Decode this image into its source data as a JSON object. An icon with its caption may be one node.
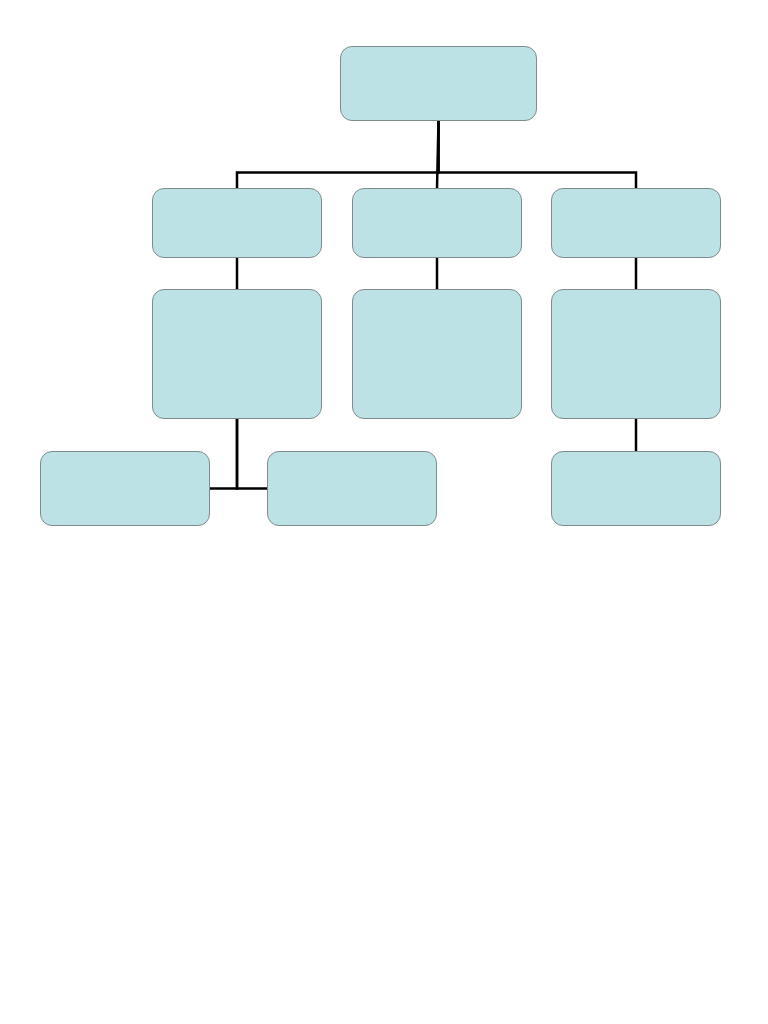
{
  "diagram": {
    "nodes": [
      {
        "text": [],
        "shape": "box"
      },
      {
        "text": [],
        "shape": "box"
      },
      {
        "text": [],
        "shape": "box"
      },
      {
        "text": [],
        "shape": "box"
      },
      {
        "text": [],
        "shape": "box"
      },
      {
        "text": [],
        "shape": "box"
      },
      {
        "text": [],
        "shape": "box"
      },
      {
        "text": [],
        "shape": "box"
      },
      {
        "text": [],
        "shape": "box"
      },
      {
        "text": [],
        "shape": "box"
      }
    ],
    "edges": [
      {
        "from": 0,
        "to": 1,
        "arrow": "none"
      },
      {
        "from": 0,
        "to": 2,
        "arrow": "none"
      },
      {
        "from": 0,
        "to": 3,
        "arrow": "none"
      },
      {
        "from": 1,
        "to": 4,
        "arrow": "none"
      },
      {
        "from": 2,
        "to": 5,
        "arrow": "none"
      },
      {
        "from": 3,
        "to": 6,
        "arrow": "none"
      },
      {
        "from": 4,
        "to": 7,
        "arrow": "none"
      },
      {
        "from": 4,
        "to": 8,
        "arrow": "none"
      },
      {
        "from": 6,
        "to": 9,
        "arrow": "none"
      }
    ]
  }
}
